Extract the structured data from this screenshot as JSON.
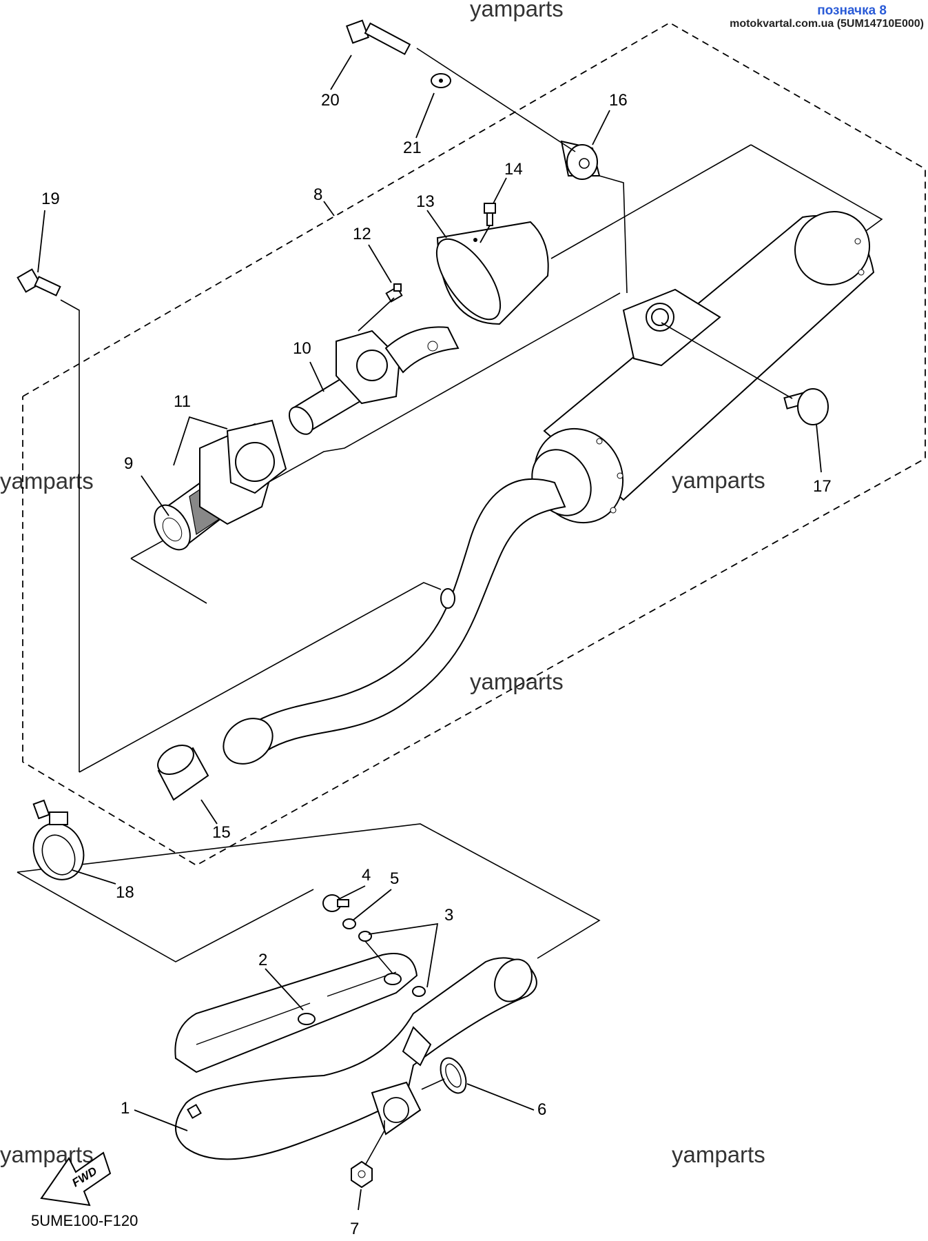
{
  "header": {
    "link_text": "позначка 8",
    "source_text": "motokvartal.com.ua (5UM14710E000)"
  },
  "watermark": "yamparts",
  "diagram_code": "5UME100-F120",
  "fwd_label": "FWD",
  "callouts": [
    "1",
    "2",
    "3",
    "4",
    "5",
    "6",
    "7",
    "8",
    "9",
    "10",
    "11",
    "12",
    "13",
    "14",
    "15",
    "16",
    "17",
    "18",
    "19",
    "20",
    "21"
  ],
  "colors": {
    "link": "#2a5bd7",
    "ink": "#000000"
  }
}
